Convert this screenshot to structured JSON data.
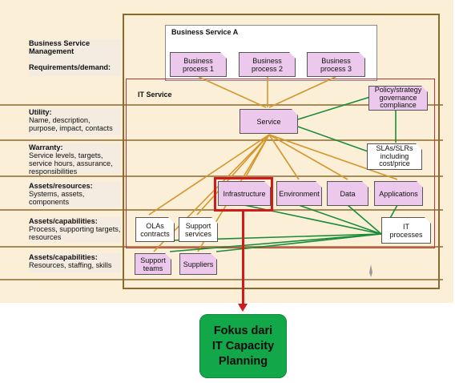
{
  "side_labels": [
    {
      "title": "Business Service\nManagement\n\nRequirements/demand:",
      "desc": ""
    },
    {
      "title": "Utility:",
      "desc": "Name, description,\npurpose, impact, contacts"
    },
    {
      "title": "Warranty:",
      "desc": "Service levels, targets,\nservice hours, assurance,\nresponsibilities"
    },
    {
      "title": "Assets/resources:",
      "desc": "Systems, assets,\ncomponents"
    },
    {
      "title": "Assets/capabilities:",
      "desc": "Process, supporting targets,\nresources"
    },
    {
      "title": "Assets/capabilities:",
      "desc": "Resources, staffing, skills"
    }
  ],
  "business_service": {
    "title": "Business Service A",
    "processes": [
      "Business\nprocess 1",
      "Business\nprocess 2",
      "Business\nprocess 3"
    ]
  },
  "it_service": {
    "title": "IT Service",
    "service": "Service",
    "policy": "Policy/strategy\ngovernance\ncompliance",
    "slas": "SLAs/SLRs\nincluding\ncost/price",
    "infrastructure": "Infrastructure",
    "environment": "Environment",
    "data": "Data",
    "applications": "Applications",
    "olas": "OLAs\ncontracts",
    "support_services": "Support\nservices",
    "it_processes": "IT\nprocesses",
    "support_teams": "Support\nteams",
    "suppliers": "Suppliers"
  },
  "focus_callout": "Fokus dari\nIT Capacity\nPlanning",
  "colors": {
    "background": "#fbefd8",
    "node_fill": "#ecc9ec",
    "orange_link": "#d4962a",
    "green_link": "#1a8c3a",
    "focus_red": "#d11a1a",
    "callout_green": "#12a84a"
  }
}
